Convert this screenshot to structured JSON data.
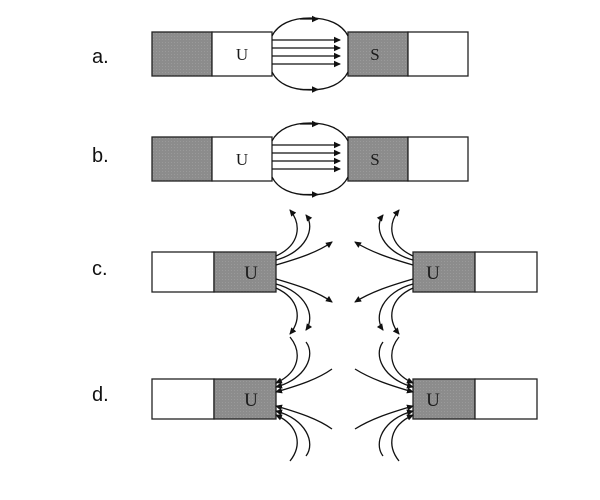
{
  "colors": {
    "shaded": "#8c8c8c",
    "plain": "#ffffff",
    "line": "#111111"
  },
  "options": [
    {
      "label": "a.",
      "left_magnet": [
        "",
        "U"
      ],
      "right_magnet": [
        "S",
        ""
      ]
    },
    {
      "label": "b.",
      "left_magnet": [
        "",
        "U"
      ],
      "right_magnet": [
        "S",
        ""
      ]
    },
    {
      "label": "c.",
      "left_magnet": [
        "",
        "U"
      ],
      "right_magnet": [
        "U",
        ""
      ]
    },
    {
      "label": "d.",
      "left_magnet": [
        "",
        "U"
      ],
      "right_magnet": [
        "U",
        ""
      ]
    }
  ]
}
